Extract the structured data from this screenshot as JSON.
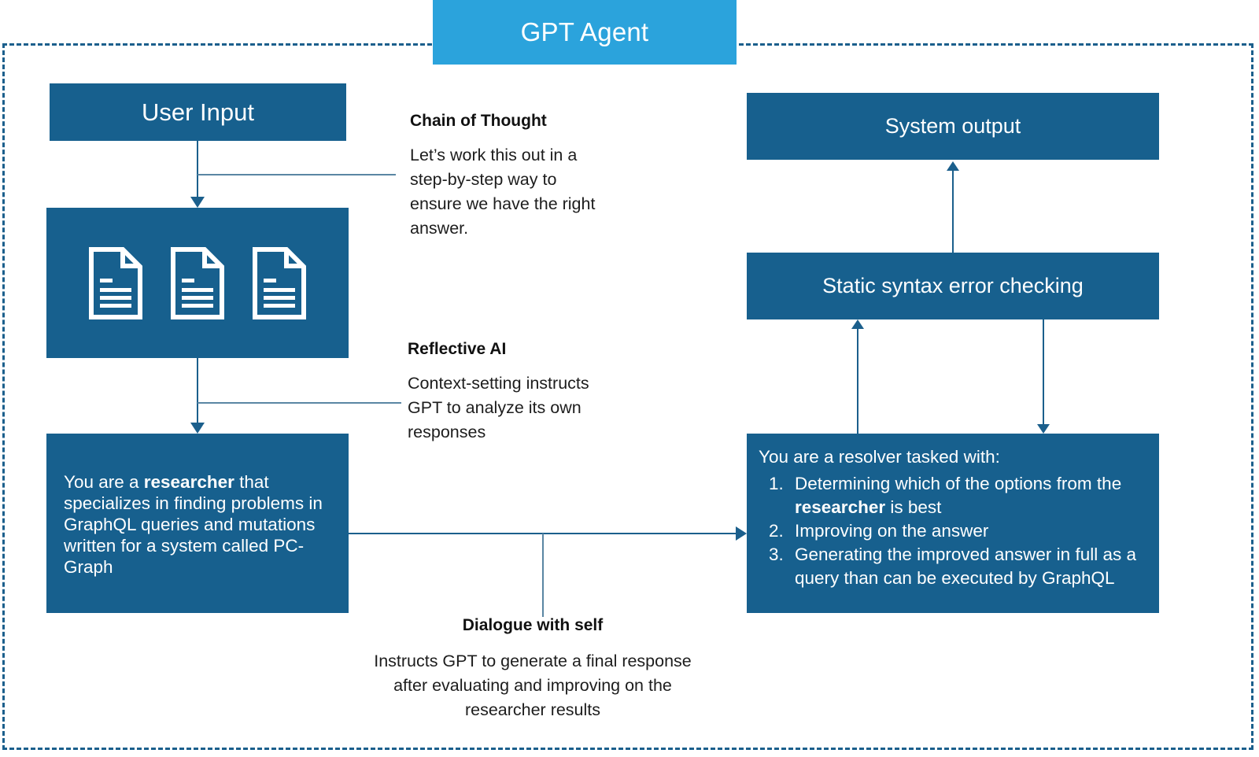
{
  "header": {
    "title": "GPT Agent"
  },
  "nodes": {
    "user_input": {
      "label": "User Input"
    },
    "documents": {
      "label": "",
      "icons": [
        "document-icon",
        "document-icon",
        "document-icon"
      ]
    },
    "researcher": {
      "text_part1": "You are a ",
      "text_bold": "researcher",
      "text_part2": " that specializes in finding problems in GraphQL queries and mutations written for a system called PC-Graph"
    },
    "system_output": {
      "label": "System output"
    },
    "syntax_check": {
      "label": "Static syntax error checking"
    },
    "resolver": {
      "intro": "You are a resolver tasked with:",
      "items": [
        {
          "prefix": "Determining which of the options from the ",
          "bold": "researcher",
          "suffix": " is best"
        },
        {
          "prefix": "Improving on the answer",
          "bold": "",
          "suffix": ""
        },
        {
          "prefix": "Generating the improved answer in full as a query than can be executed by GraphQL",
          "bold": "",
          "suffix": ""
        }
      ]
    }
  },
  "annotations": {
    "chain_of_thought": {
      "title": "Chain of Thought",
      "body": "Let’s work this out in a step-by-step way to ensure we have the right answer."
    },
    "reflective_ai": {
      "title": "Reflective AI",
      "body": "Context-setting instructs GPT to analyze its own responses"
    },
    "dialogue_with_self": {
      "title": "Dialogue with self",
      "body": "Instructs GPT to generate a final response after evaluating and improving on the researcher results"
    }
  },
  "colors": {
    "node_fill": "#17608E",
    "header_fill": "#2BA3DC",
    "boundary": "#1b5f8c",
    "leader_line": "#5a86a3",
    "text_on_node": "#ffffff",
    "annotation_text": "#1a1a1a"
  }
}
